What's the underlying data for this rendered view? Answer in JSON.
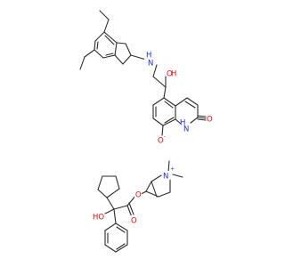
{
  "colors": {
    "bond": "#2b2b2b",
    "nitrogen": "#1f2fd6",
    "oxygen": "#e01010",
    "hydrogen_label": "#2b2b2b"
  },
  "molecule_1": {
    "labels": {
      "amine_nh": "H",
      "amine_n": "N",
      "hydroxyl": "OH",
      "phenoxide_o": "O",
      "phenoxide_charge": "-",
      "ring_nh_h": "H",
      "ring_n": "N",
      "carbonyl_o": "O"
    }
  },
  "molecule_2": {
    "labels": {
      "hydroxyl": "HO",
      "ester_o": "O",
      "carbonyl_o": "O",
      "ammonium_n": "N",
      "ammonium_charge": "+"
    }
  }
}
